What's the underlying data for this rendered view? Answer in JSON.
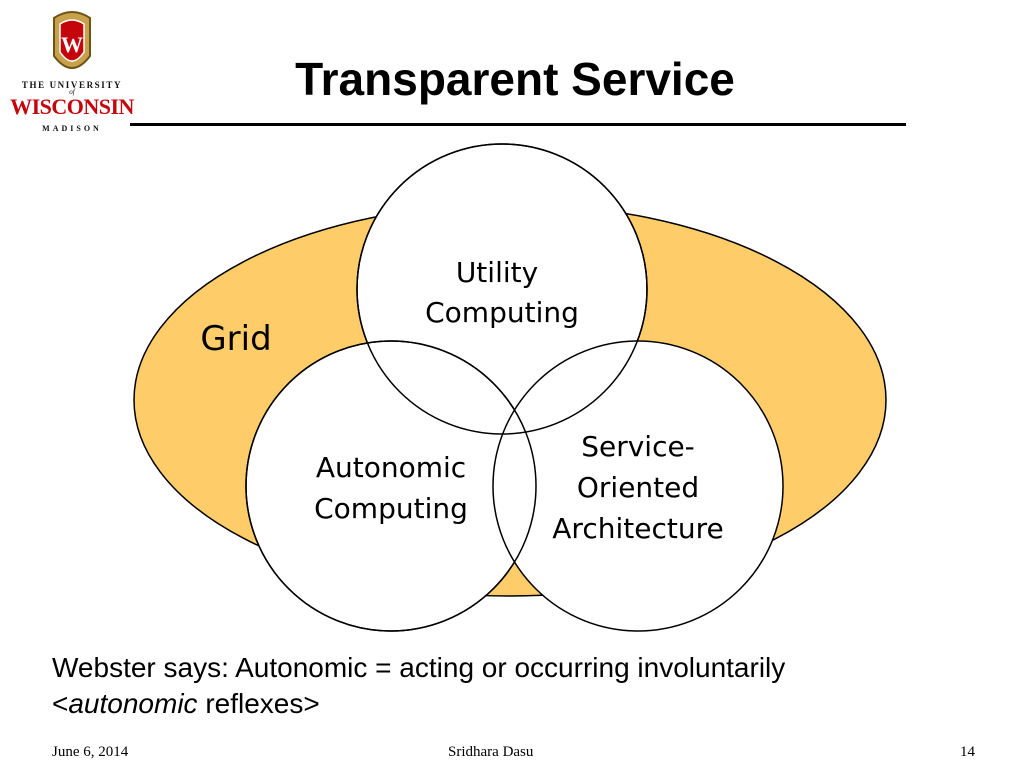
{
  "logo": {
    "line1": "THE UNIVERSITY",
    "line2": "of",
    "line3": "WISCONSIN",
    "line4": "MADISON",
    "crest_letter": "W",
    "crest_color": "#c5050c",
    "gold_color": "#c8a24a"
  },
  "title": "Transparent Service",
  "diagram": {
    "outer_label": "Grid",
    "outer_fill": "#fecd6a",
    "circles": {
      "top": [
        "Utility",
        "Computing"
      ],
      "left": [
        "Autonomic",
        "Computing"
      ],
      "right": [
        "Service-",
        "Oriented",
        "Architecture"
      ]
    }
  },
  "caption": {
    "line1": "Webster says: Autonomic = acting or occurring involuntarily",
    "line2_open": "<",
    "line2_italic": "autonomic",
    "line2_rest": " reflexes>"
  },
  "footer": {
    "date": "June 6, 2014",
    "author": "Sridhara Dasu",
    "page": "14"
  }
}
